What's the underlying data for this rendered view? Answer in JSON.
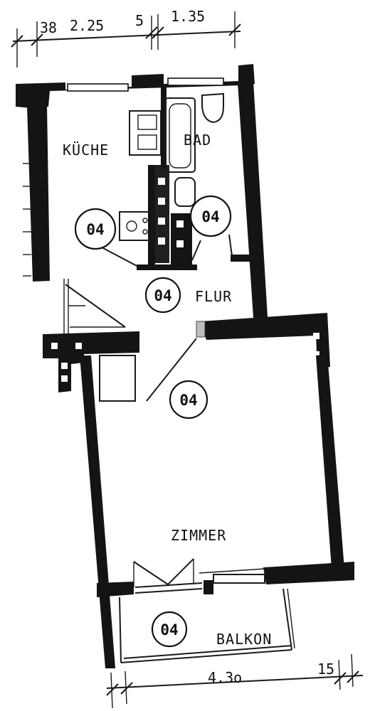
{
  "plan": {
    "rooms": {
      "kitchen": "KÜCHE",
      "bath": "BAD",
      "hall": "FLUR",
      "living": "ZIMMER",
      "balcony": "BALKON"
    },
    "room_tag": "04",
    "dimensions_top": [
      "38",
      "2.25",
      "5",
      "1.35"
    ],
    "dimensions_bottom": [
      "4.3o",
      "15"
    ]
  }
}
